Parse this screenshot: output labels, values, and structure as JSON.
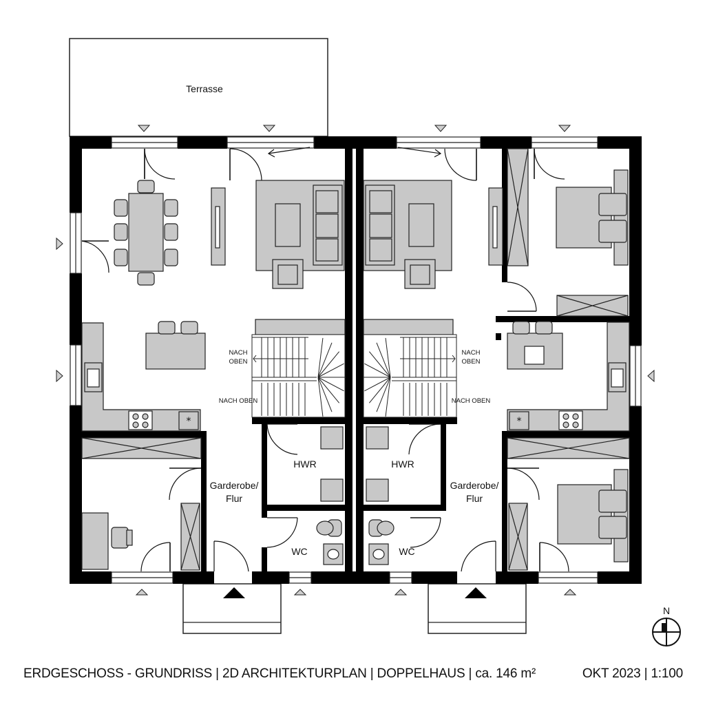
{
  "labels": {
    "terrace": "Terrasse",
    "up": "NACH OBEN",
    "up_line1": "NACH",
    "up_line2": "OBEN",
    "utility": "HWR",
    "hall_line1": "Garderobe/",
    "hall_line2": "Flur",
    "wc": "WC",
    "north": "N"
  },
  "footer": {
    "title": "ERDGESCHOSS - GRUNDRISS | 2D ARCHITEKTURPLAN | DOPPELHAUS | ca. 146 m²",
    "meta": "OKT 2023 | 1:100"
  },
  "colors": {
    "wall": "#000000",
    "furniture": "#c8c8c8",
    "line": "#222222",
    "background": "#ffffff"
  }
}
